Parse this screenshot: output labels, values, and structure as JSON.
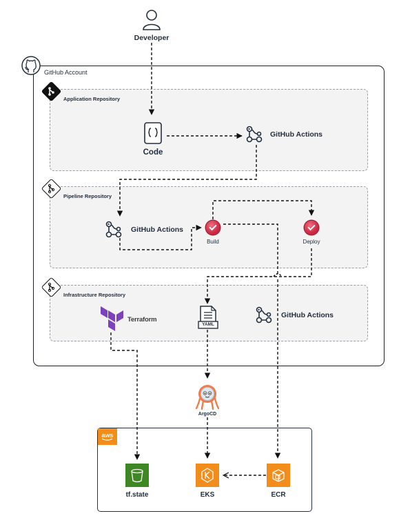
{
  "developer": {
    "label": "Developer",
    "icon": "user-icon"
  },
  "account": {
    "title": "GitHub Account",
    "icon": "github-icon"
  },
  "repos": {
    "application": {
      "title": "Application Repository"
    },
    "pipeline": {
      "title": "Pipeline Repository"
    },
    "infrastructure": {
      "title": "Infrastructure Repository"
    }
  },
  "nodes": {
    "code": "Code",
    "app_actions": "GitHub Actions",
    "pipe_actions": "GitHub Actions",
    "build": "Build",
    "deploy": "Deploy",
    "terraform": "Terraform",
    "yaml": "YAML",
    "infra_actions": "GitHub Actions",
    "argocd": "ArgoCD"
  },
  "aws": {
    "logo": "aws",
    "tfstate": "tf.state",
    "eks": "EKS",
    "ecr": "ECR"
  },
  "colors": {
    "terraform": "#7b42bc",
    "aws_orange": "#f28c1b",
    "s3_green": "#3f8624",
    "build_red": "#c81f3a",
    "argocd_orange": "#ef7b4d"
  }
}
